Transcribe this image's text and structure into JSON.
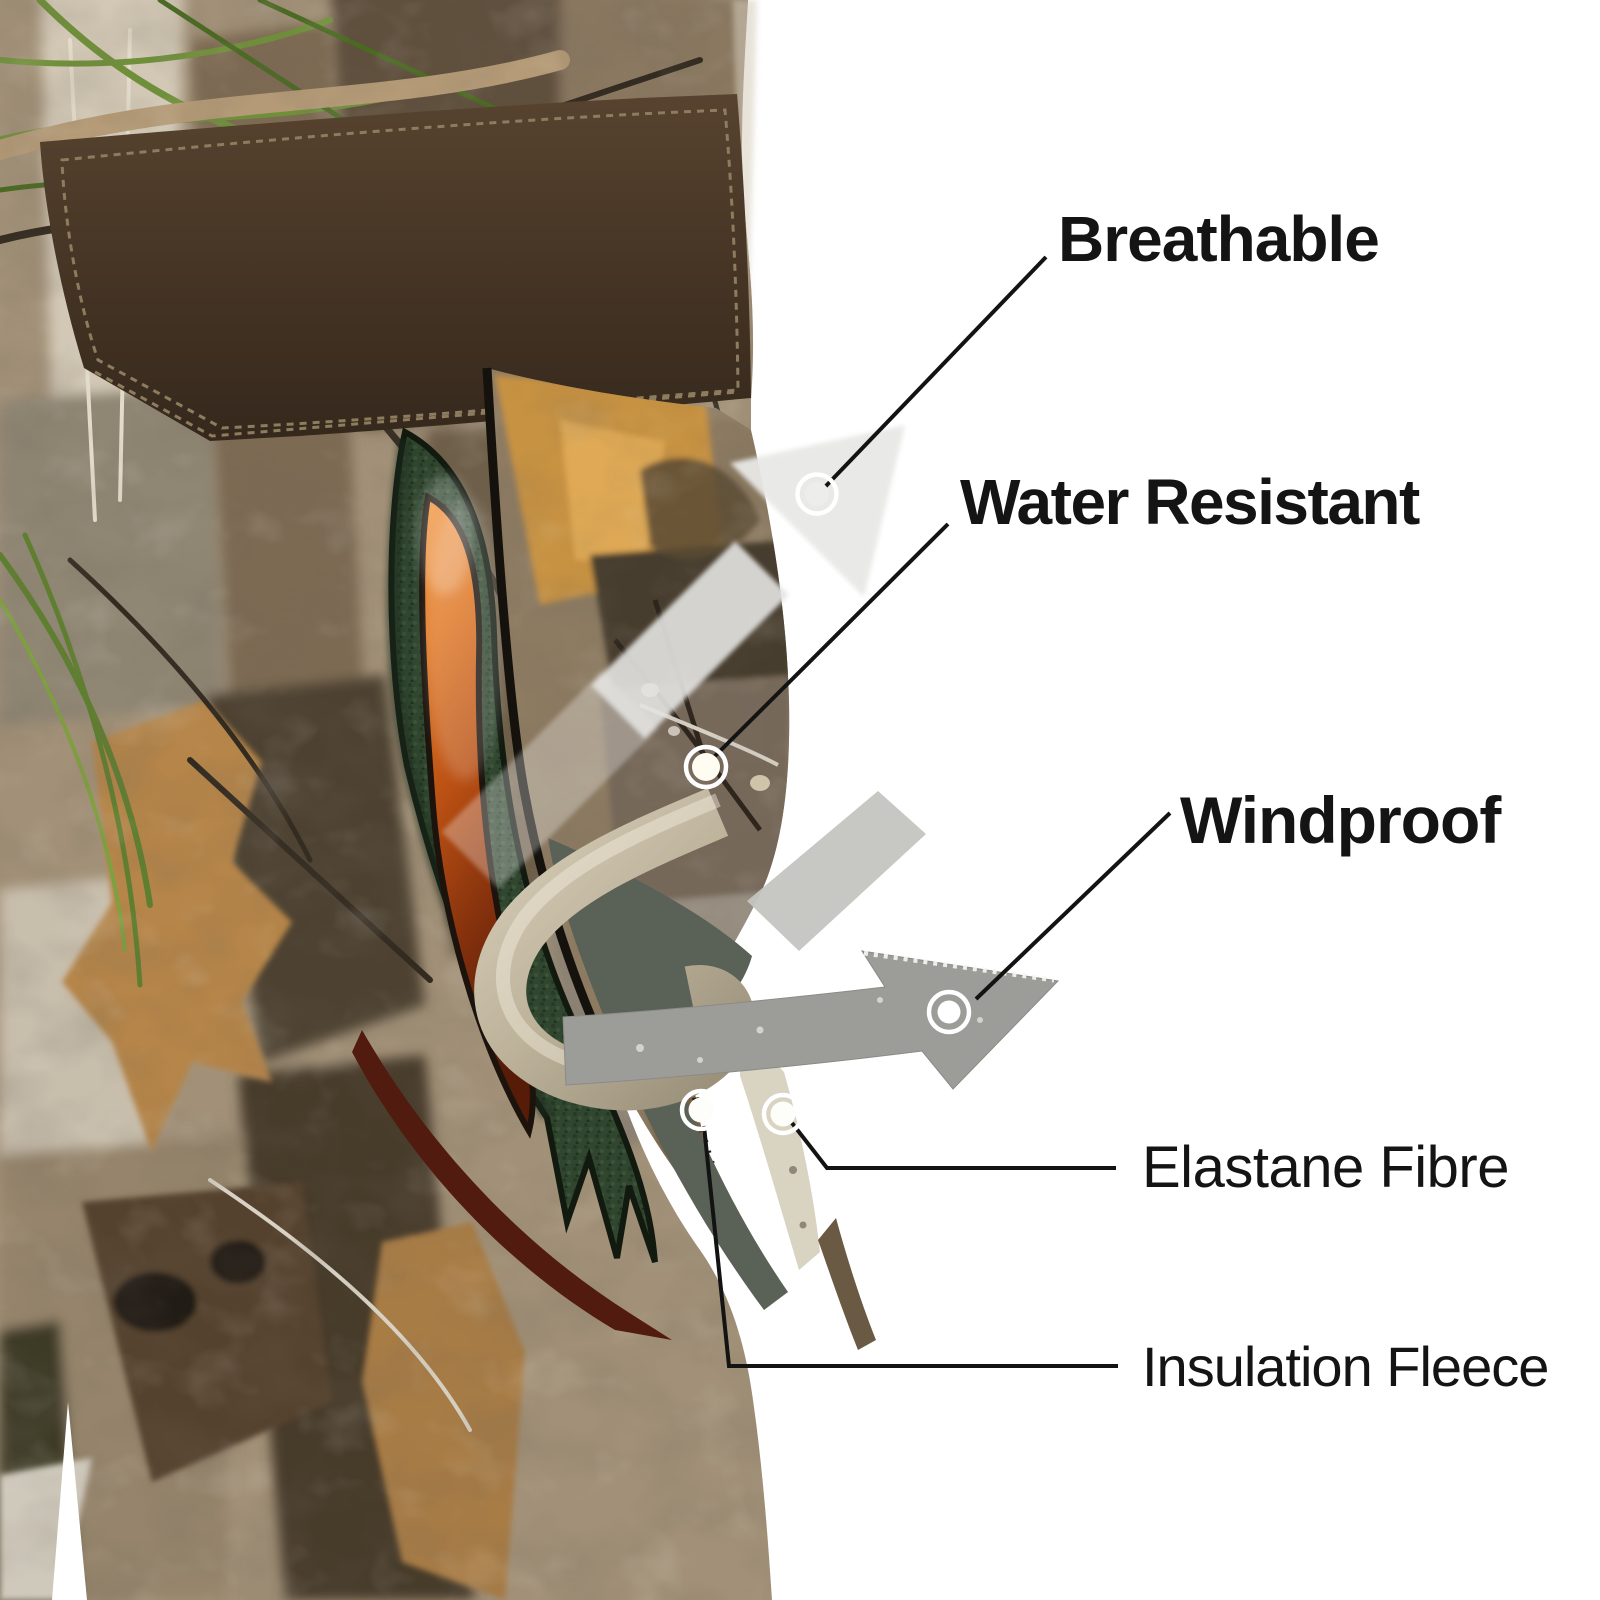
{
  "diagram": {
    "labels": {
      "breathable": "Breathable",
      "water_resistant": "Water Resistant",
      "windproof": "Windproof",
      "elastane_fibre": "Elastane Fibre",
      "insulation_fleece": "Insulation Fleece"
    },
    "callouts": [
      {
        "id": "breathable",
        "marker": "ring-dot",
        "position": "on breathable airflow arrow"
      },
      {
        "id": "water_resistant",
        "marker": "ring-dot",
        "position": "on water droplet of outer camo fabric"
      },
      {
        "id": "windproof",
        "marker": "ring-dot",
        "position": "on windproof arrow head"
      },
      {
        "id": "elastane_fibre",
        "marker": "ring-dot",
        "position": "on elastane fabric sliver"
      },
      {
        "id": "insulation_fleece",
        "marker": "ring-dot",
        "position": "on green fleece layer"
      }
    ],
    "icons": [
      "breathable-arrow-icon",
      "windproof-arrow-icon",
      "airflow-swirl-icon",
      "ring-dot-marker-icon"
    ],
    "colors": {
      "background": "#ffffff",
      "label_text": "#141414",
      "leader_line": "#131313",
      "marker_ring": "#ffffff",
      "fleece_green": "#30462f",
      "insulation_orange": "#c05618",
      "insulation_deep_red": "#571c08",
      "pocket_brown": "#463525",
      "membrane_gray": "#5a6156",
      "arrow_gray": "#9c9c98",
      "camo_base": "#a29178"
    }
  }
}
